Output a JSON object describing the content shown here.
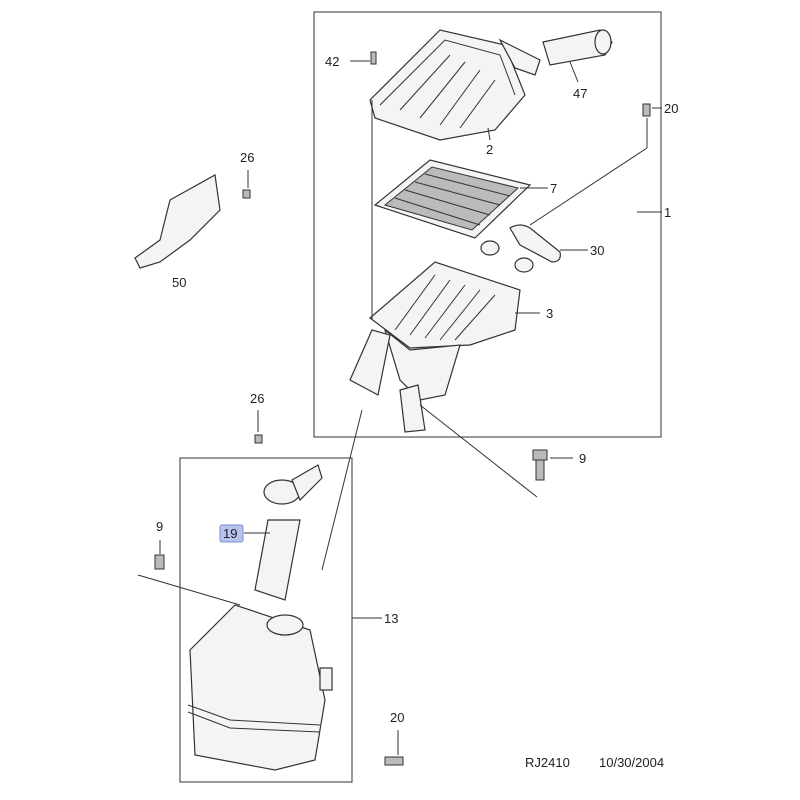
{
  "callouts": {
    "c42": "42",
    "c47": "47",
    "c20a": "20",
    "c26a": "26",
    "c2": "2",
    "c7": "7",
    "c1": "1",
    "c30": "30",
    "c50": "50",
    "c3": "3",
    "c26b": "26",
    "c9a": "9",
    "c9b": "9",
    "c19": "19",
    "c13": "13",
    "c20b": "20"
  },
  "footer": {
    "code": "RJ2410",
    "date": "10/30/2004"
  },
  "highlight_color": "#b7c3ee"
}
